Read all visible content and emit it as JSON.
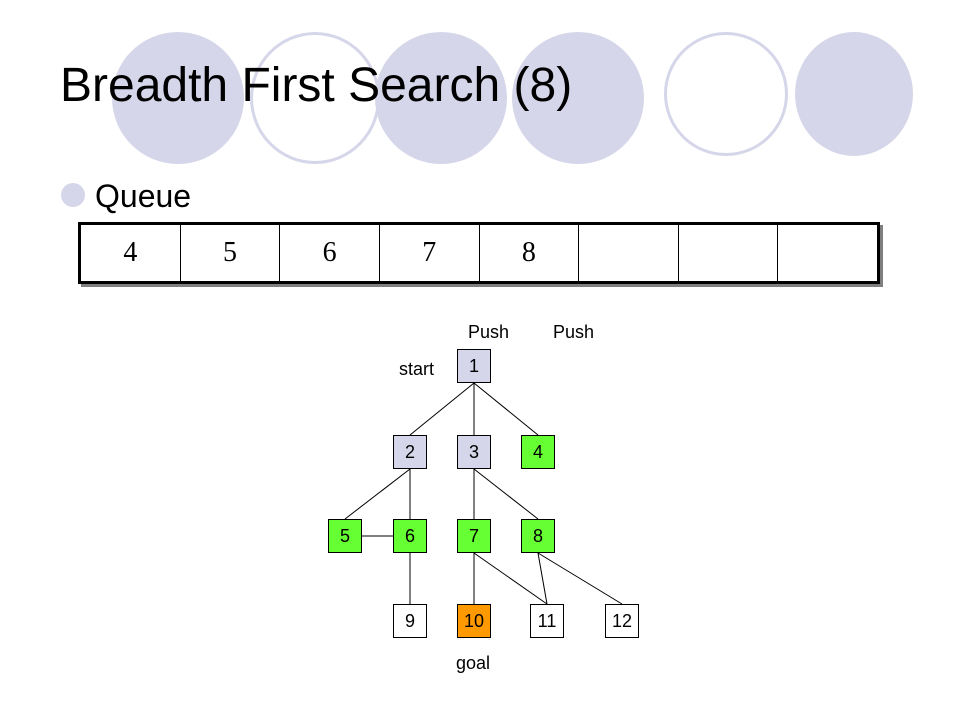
{
  "slide": {
    "title": "Breadth First Search (8)",
    "bullet": "Queue"
  },
  "colors": {
    "deco": "#d6d6ea",
    "visited": "#d6d6ea",
    "pushed": "#66ff33",
    "goal": "#ff9900",
    "unvisited": "#ffffff"
  },
  "queue": [
    "4",
    "5",
    "6",
    "7",
    "8",
    "",
    "",
    ""
  ],
  "tree": {
    "nodes": [
      {
        "id": "1",
        "label": "1",
        "state": "visited"
      },
      {
        "id": "2",
        "label": "2",
        "state": "visited"
      },
      {
        "id": "3",
        "label": "3",
        "state": "visited"
      },
      {
        "id": "4",
        "label": "4",
        "state": "pushed"
      },
      {
        "id": "5",
        "label": "5",
        "state": "pushed"
      },
      {
        "id": "6",
        "label": "6",
        "state": "pushed"
      },
      {
        "id": "7",
        "label": "7",
        "state": "pushed"
      },
      {
        "id": "8",
        "label": "8",
        "state": "pushed"
      },
      {
        "id": "9",
        "label": "9",
        "state": "unvisited"
      },
      {
        "id": "10",
        "label": "10",
        "state": "goal"
      },
      {
        "id": "11",
        "label": "11",
        "state": "unvisited"
      },
      {
        "id": "12",
        "label": "12",
        "state": "unvisited"
      }
    ],
    "edges": [
      [
        "1",
        "2"
      ],
      [
        "1",
        "3"
      ],
      [
        "1",
        "4"
      ],
      [
        "2",
        "5"
      ],
      [
        "2",
        "6"
      ],
      [
        "5",
        "6"
      ],
      [
        "3",
        "7"
      ],
      [
        "3",
        "8"
      ],
      [
        "6",
        "9"
      ],
      [
        "7",
        "10"
      ],
      [
        "7",
        "11"
      ],
      [
        "8",
        "11"
      ],
      [
        "8",
        "12"
      ]
    ],
    "labels": {
      "push_1": "Push",
      "push_2": "Push",
      "start": "start",
      "goal": "goal"
    }
  }
}
